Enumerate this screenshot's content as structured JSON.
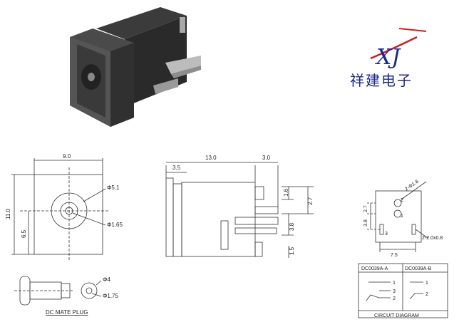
{
  "brand": {
    "logo_text": "XJ",
    "company_name": "祥建电子"
  },
  "front_view": {
    "width_dim": "9.0",
    "height_dim": "11.0",
    "center_dim": "6.5",
    "outer_dia": "Φ5.1",
    "pin_dia": "Φ1.65"
  },
  "side_view": {
    "length_dim": "13.0",
    "front_dim": "3.5",
    "rear_dim": "3.0",
    "dim_a": "1.6",
    "dim_b": "2.7",
    "dim_c": "3.8",
    "dim_d": "1.5"
  },
  "pcb_layout": {
    "dim_top": "2-Φ1.8",
    "dim_left_top": "2.7",
    "dim_left_bottom": "3.8",
    "slot_dim": "2-2.0x0.8",
    "width_dim": "7.5",
    "pin_labels": [
      "2",
      "1",
      "3"
    ]
  },
  "mate_plug": {
    "label": "DC MATE PLUG",
    "outer_dia": "Φ4",
    "inner_dia": "Φ1.75"
  },
  "circuit": {
    "col_a": "DC0039A-A",
    "col_b": "DC0039A-B",
    "caption": "CIRCUIT DIAGRAM",
    "pins_a": [
      "1",
      "3",
      "2"
    ],
    "pins_b": [
      "1",
      "2"
    ]
  }
}
